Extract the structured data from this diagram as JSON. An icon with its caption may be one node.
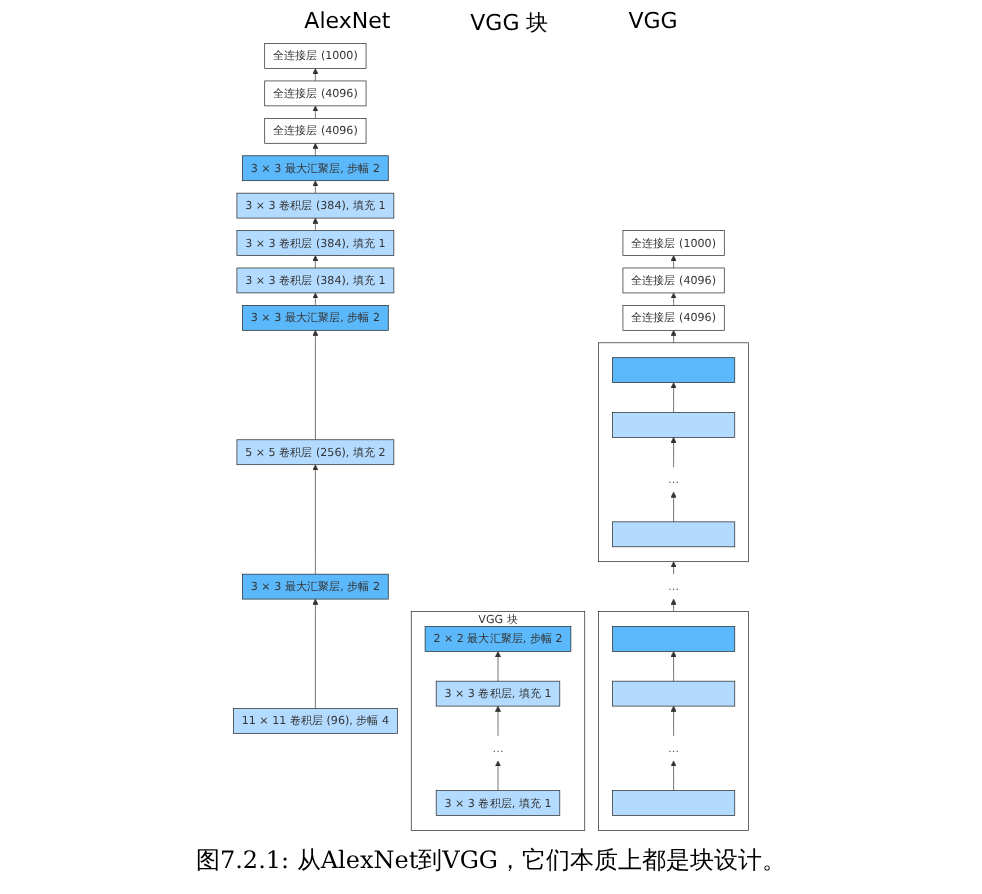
{
  "diagram": {
    "caption": "图7.2.1: 从AlexNet到VGG，它们本质上都是块设计。",
    "nodes": [
      {
        "text": [
          "全连接层 (1000)"
        ]
      },
      {
        "text": [
          "全连接层 (4096)"
        ]
      },
      {
        "text": [
          "全连接层 (4096)"
        ]
      },
      {
        "text": [
          "3 × 3 最大汇聚层, 步幅 2"
        ]
      },
      {
        "text": [
          "3 × 3 卷积层 (384), 填充 1"
        ]
      },
      {
        "text": [
          "3 × 3 卷积层 (384), 填充 1"
        ]
      },
      {
        "text": [
          "3 × 3 卷积层 (384), 填充 1"
        ]
      },
      {
        "text": [
          "3 × 3 最大汇聚层, 步幅 2"
        ]
      },
      {
        "text": [
          "5 × 5 卷积层 (256), 填充 2"
        ]
      },
      {
        "text": [
          "3 × 3 最大汇聚层, 步幅 2"
        ]
      },
      {
        "text": [
          "11 × 11 卷积层 (96), 步幅 4"
        ]
      },
      {
        "text": [
          "VGG 块"
        ]
      },
      {
        "text": [
          "2 × 2 最大汇聚层, 步幅 2"
        ],
        "in": 11
      },
      {
        "text": [
          "3 × 3 卷积层, 填充 1"
        ],
        "in": 11
      },
      {
        "text": [
          "…"
        ],
        "in": 11
      },
      {
        "text": [
          "3 × 3 卷积层, 填充 1"
        ],
        "in": 11
      },
      {
        "text": [
          "全连接层 (1000)"
        ]
      },
      {
        "text": [
          "全连接层 (4096)"
        ]
      },
      {
        "text": [
          "全连接层 (4096)"
        ]
      },
      {
        "text": [],
        "shape": "box"
      },
      {
        "text": [],
        "shape": "bar",
        "in": 19
      },
      {
        "text": [],
        "shape": "bar",
        "in": 19
      },
      {
        "text": [
          "…"
        ],
        "in": 19
      },
      {
        "text": [],
        "shape": "bar",
        "in": 19
      },
      {
        "text": [
          "…"
        ]
      },
      {
        "text": [],
        "shape": "box"
      },
      {
        "text": [],
        "shape": "bar",
        "in": 25
      },
      {
        "text": [],
        "shape": "bar",
        "in": 25
      },
      {
        "text": [
          "…"
        ],
        "in": 25
      },
      {
        "text": [],
        "shape": "bar",
        "in": 25
      }
    ],
    "edges": [
      {
        "from": 10,
        "to": 9,
        "arrow": "to"
      },
      {
        "from": 9,
        "to": 8,
        "arrow": "to"
      },
      {
        "from": 8,
        "to": 7,
        "arrow": "to"
      },
      {
        "from": 7,
        "to": 6,
        "arrow": "to"
      },
      {
        "from": 6,
        "to": 5,
        "arrow": "to"
      },
      {
        "from": 5,
        "to": 4,
        "arrow": "to"
      },
      {
        "from": 4,
        "to": 3,
        "arrow": "to"
      },
      {
        "from": 3,
        "to": 2,
        "arrow": "to"
      },
      {
        "from": 2,
        "to": 1,
        "arrow": "to"
      },
      {
        "from": 1,
        "to": 0,
        "arrow": "to"
      },
      {
        "from": 15,
        "to": 14,
        "arrow": "to"
      },
      {
        "from": 14,
        "to": 13,
        "arrow": "to"
      },
      {
        "from": 13,
        "to": 12,
        "arrow": "to"
      },
      {
        "from": 23,
        "to": 22,
        "arrow": "to"
      },
      {
        "from": 22,
        "to": 21,
        "arrow": "to"
      },
      {
        "from": 21,
        "to": 20,
        "arrow": "to"
      },
      {
        "from": 19,
        "to": 18,
        "arrow": "to"
      },
      {
        "from": 18,
        "to": 17,
        "arrow": "to"
      },
      {
        "from": 17,
        "to": 16,
        "arrow": "to"
      },
      {
        "from": 29,
        "to": 28,
        "arrow": "to"
      },
      {
        "from": 28,
        "to": 27,
        "arrow": "to"
      },
      {
        "from": 27,
        "to": 26,
        "arrow": "to"
      },
      {
        "from": 25,
        "to": 24,
        "arrow": "to"
      },
      {
        "from": 24,
        "to": 19,
        "arrow": "to"
      }
    ],
    "labels": [
      "AlexNet",
      "VGG 块",
      "VGG"
    ]
  }
}
